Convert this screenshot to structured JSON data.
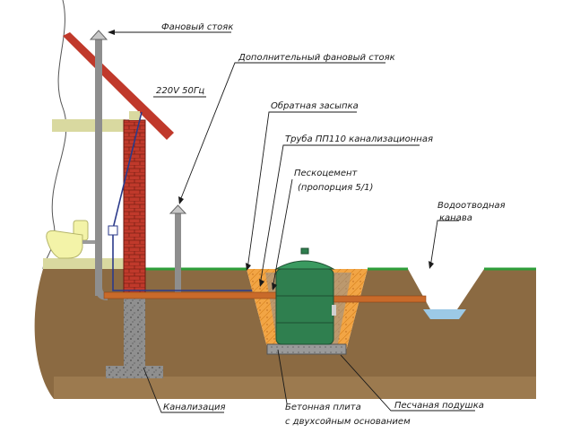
{
  "labels": {
    "fan_stack": "Фановый стояк",
    "extra_fan_stack": "Дополнительный фановый стояк",
    "power": "220V  50Гц",
    "backfill": "Обратная засыпка",
    "pipe": "Труба ПП110 канализационная",
    "sand_cement_1": "Пескоцемент",
    "sand_cement_2": "(пропорция 5/1)",
    "drainage_1": "Водоотводная",
    "drainage_2": "канава",
    "sewer": "Канализация",
    "slab_1": "Бетонная плита",
    "slab_2": "с двухсойным основанием",
    "sand_cushion": "Песчаная подушка"
  },
  "colors": {
    "soil": "#8b6a42",
    "grass": "#3aa83a",
    "brick": "#c0392b",
    "concrete": "#8a8a8a",
    "tank": "#2f7f4f",
    "pipe": "#c96a2a",
    "backfill": "#f0a040",
    "water": "#9cc9e6",
    "roof": "#c0392b",
    "floor": "#d9d9a0"
  }
}
